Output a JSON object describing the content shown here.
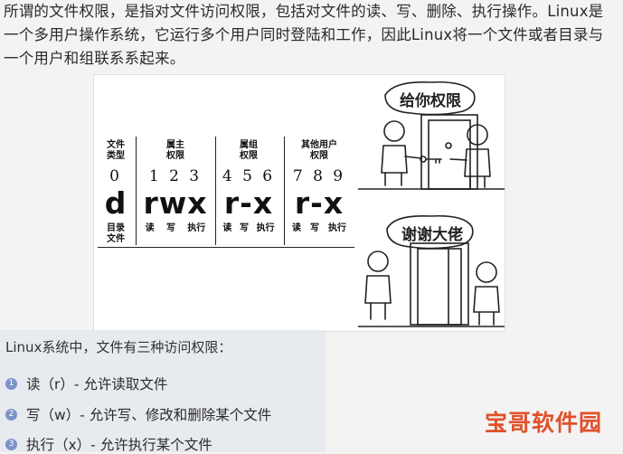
{
  "paragraph": [
    "所谓的文件权限，是指对文件访问权限，包括对文件的读、写、删除、执行操作。Linux是",
    "一个多用户操作系统，它运行多个用户同时登陆和工作，因此Linux将一个文件或者目录与",
    "一个用户和组联系系起来。"
  ],
  "figure": {
    "columns": [
      {
        "header": [
          "文件",
          "类型"
        ],
        "digits": "0",
        "symbol": "d",
        "subs": [
          "目录",
          "文件"
        ]
      },
      {
        "header": [
          "属主",
          "权限"
        ],
        "digits": "1 2 3",
        "symbol": "rwx",
        "subs": [
          "读",
          "写",
          "执行"
        ]
      },
      {
        "header": [
          "属组",
          "权限"
        ],
        "digits": "4 5 6",
        "symbol": "r-x",
        "subs": [
          "读",
          "写",
          "执行"
        ]
      },
      {
        "header": [
          "其他用户",
          "权限"
        ],
        "digits": "7 8 9",
        "symbol": "r-x",
        "subs": [
          "读",
          "写",
          "执行"
        ]
      }
    ],
    "bubble_top": "给你权限",
    "bubble_bottom": "谢谢大佬"
  },
  "info": {
    "title": "Linux系统中，文件有三种访问权限：",
    "items": [
      {
        "num": "1",
        "text": "读（r）- 允许读取文件"
      },
      {
        "num": "2",
        "text": "写（w）- 允许写、修改和删除某个文件"
      },
      {
        "num": "3",
        "text": "执行（x）- 允许执行某个文件"
      }
    ]
  },
  "watermark": "宝哥软件园"
}
